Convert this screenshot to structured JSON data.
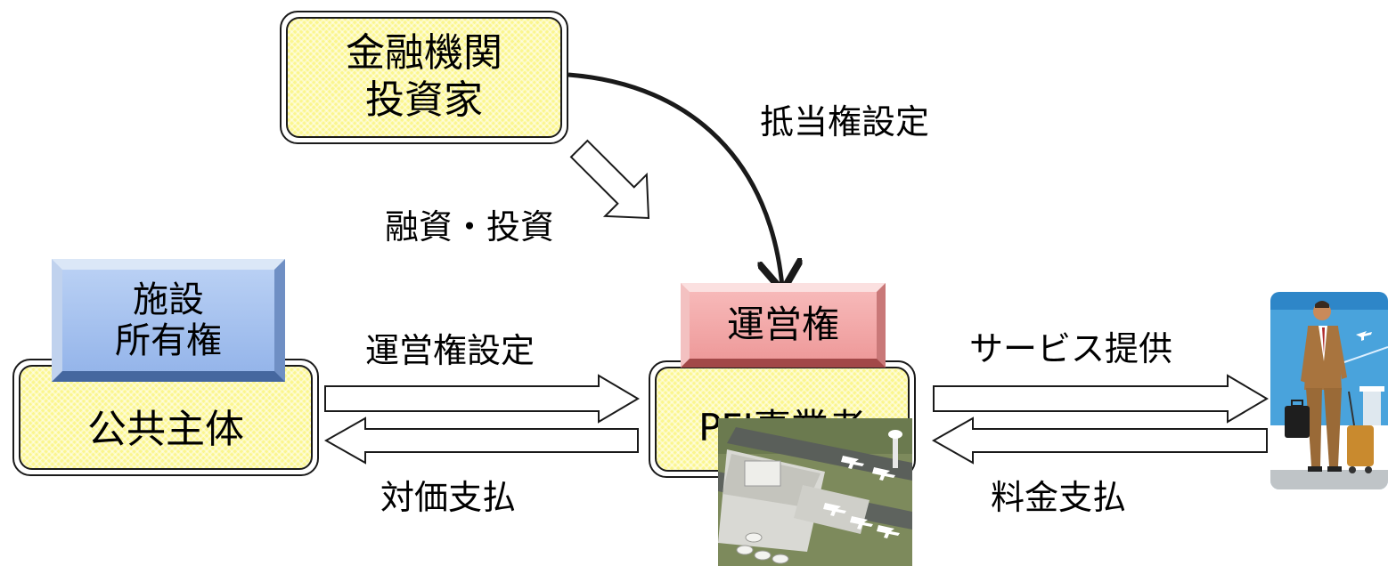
{
  "nodes": {
    "finance": {
      "line1": "金融機関",
      "line2": "投資家"
    },
    "public_body": {
      "label": "公共主体"
    },
    "facility_ownership": {
      "line1": "施設",
      "line2": "所有権"
    },
    "operating_right": {
      "label": "運営権"
    },
    "pfi_operator": {
      "label": "PFI事業者"
    }
  },
  "edges": {
    "mortgage": "抵当権設定",
    "financing": "融資・投資",
    "operating_right_setting": "運営権設定",
    "consideration_payment": "対価支払",
    "service_provision": "サービス提供",
    "fee_payment": "料金支払"
  },
  "colors": {
    "box_yellow": "#fbf68e",
    "ownership_blue": "#a7c3f0",
    "right_red": "#f2a8a8",
    "line": "#1a1a1a"
  },
  "images": {
    "airport": "airport-illustration",
    "traveler": "business-traveler-illustration"
  }
}
